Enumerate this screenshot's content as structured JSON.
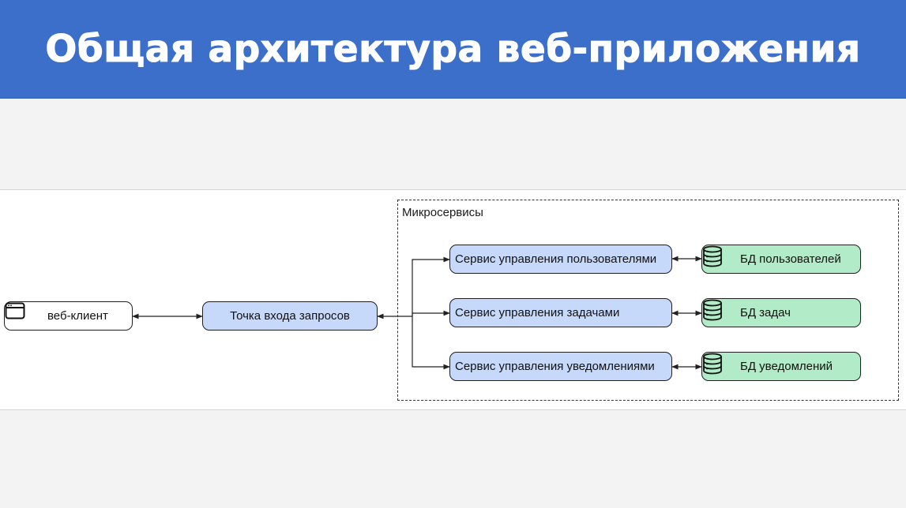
{
  "header": {
    "title": "Общая архитектура веб-приложения"
  },
  "diagram": {
    "group_label": "Микросервисы",
    "client": {
      "label": "веб-клиент",
      "icon": "browser-window-icon"
    },
    "gateway": {
      "label": "Точка входа запросов"
    },
    "services": [
      {
        "label": "Сервис управления пользователями"
      },
      {
        "label": "Сервис управления задачами"
      },
      {
        "label": "Сервис управления уведомлениями"
      }
    ],
    "databases": [
      {
        "label": "БД пользователей",
        "icon": "database-icon"
      },
      {
        "label": "БД задач",
        "icon": "database-icon"
      },
      {
        "label": "БД уведомлений",
        "icon": "database-icon"
      }
    ],
    "colors": {
      "header_bg": "#3b6fc9",
      "service_fill": "#c7d9fb",
      "database_fill": "#b2ebc7",
      "client_fill": "#ffffff"
    }
  }
}
